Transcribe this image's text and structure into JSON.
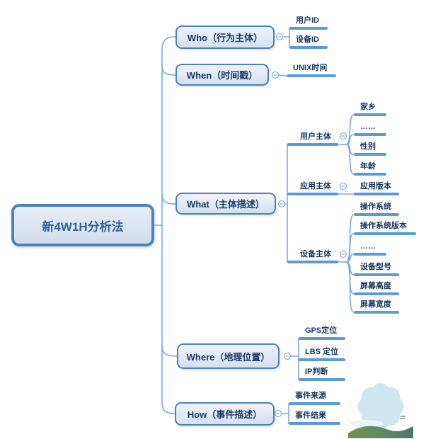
{
  "root": {
    "label": "新4W1H分析法"
  },
  "branches": [
    {
      "label": "Who（行为主体）",
      "children": [
        "用户ID",
        "设备ID"
      ]
    },
    {
      "label": "When（时间戳）",
      "children": [
        "UNIX时间"
      ]
    },
    {
      "label": "What（主体描述）",
      "groups": [
        {
          "label": "用户主体",
          "children": [
            "家乡",
            "……",
            "性别",
            "年龄"
          ]
        },
        {
          "label": "应用主体",
          "children": [
            "应用版本"
          ]
        },
        {
          "label": "设备主体",
          "children": [
            "操作系统",
            "操作系统版本",
            "……",
            "设备型号",
            "屏幕高度",
            "屏幕宽度"
          ]
        }
      ]
    },
    {
      "label": "Where（地理位置）",
      "children": [
        "GPS定位",
        "LBS 定位",
        "IP判断"
      ]
    },
    {
      "label": "How（事件描述）",
      "children": [
        "事件来源",
        "事件结果"
      ]
    }
  ],
  "collapse_toggle_glyph": "−",
  "colors": {
    "connector_line": "#7ea9d9",
    "leaf_underline": "#5b9bd5",
    "box_border": "#4d81bc",
    "box_fill_top": "#eef3fa",
    "box_fill_bottom": "#d5e0ef",
    "topic_text": "#1b3a66",
    "root_text": "#31639c",
    "watermark_flower": "#cfe6f1",
    "watermark_hill_green": "#6e9355",
    "watermark_hill_teal": "#47786f"
  }
}
